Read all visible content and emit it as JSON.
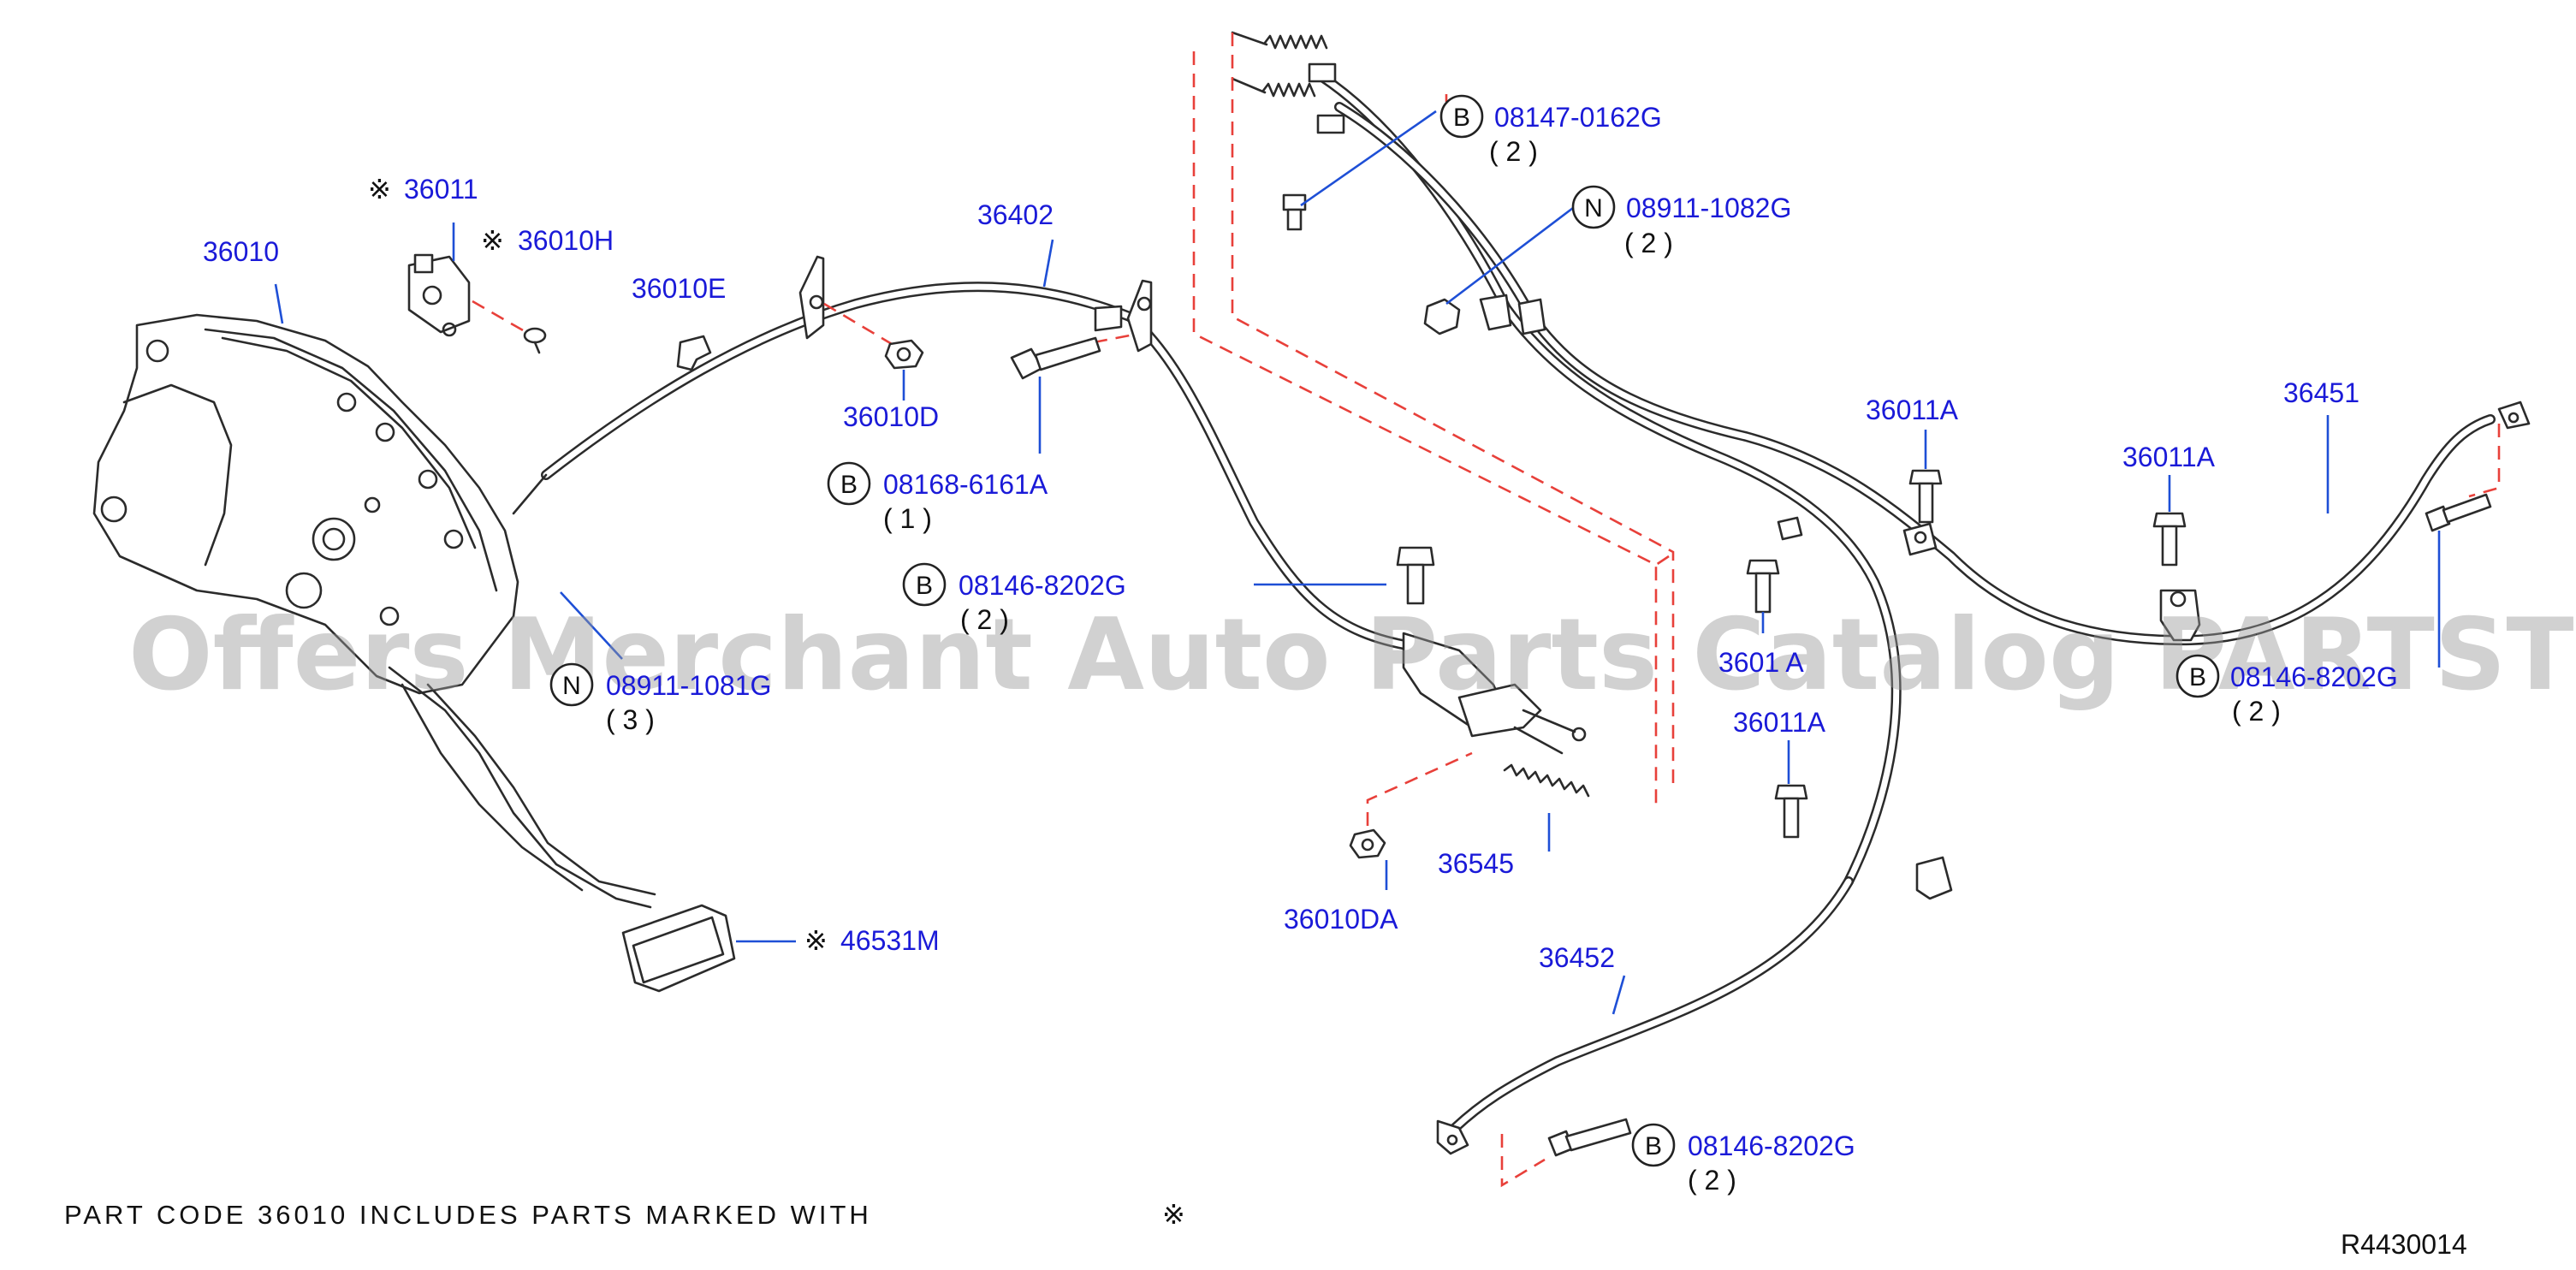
{
  "labels": {
    "p36010": "36010",
    "p36011": "36011",
    "p36010H": "36010H",
    "p36010E": "36010E",
    "p36010D": "36010D",
    "p36402": "36402",
    "p46531M": "46531M",
    "p36545": "36545",
    "p36010DA": "36010DA",
    "p36011A_1": "36011A",
    "p36011A_2": "36011A",
    "p36011A_3": "36011A",
    "p36011A_4_partial": "3601 A",
    "p36451": "36451",
    "p36452": "36452"
  },
  "fasteners": {
    "b1": {
      "prefix": "B",
      "code": "08147-0162G",
      "qty": "( 2 )"
    },
    "n1": {
      "prefix": "N",
      "code": "08911-1082G",
      "qty": "( 2 )"
    },
    "b2": {
      "prefix": "B",
      "code": "08168-6161A",
      "qty": "( 1 )"
    },
    "b3": {
      "prefix": "B",
      "code": "08146-8202G",
      "qty": "( 2 )"
    },
    "n2": {
      "prefix": "N",
      "code": "08911-1081G",
      "qty": "( 3 )"
    },
    "b4": {
      "prefix": "B",
      "code": "08146-8202G",
      "qty": "( 2 )"
    },
    "b5": {
      "prefix": "B",
      "code": "08146-8202G",
      "qty": "( 2 )"
    }
  },
  "marker": "※",
  "footnote": "PART CODE 36010 INCLUDES PARTS MARKED WITH",
  "diagram_id": "R4430014",
  "watermark": "Offers Merchant Auto Parts Catalog PARTSTORE SA",
  "colors": {
    "label": "#1a1ad8",
    "leader": "#1e4fd6",
    "dash": "#e8403a",
    "line": "#2b2b2b"
  }
}
